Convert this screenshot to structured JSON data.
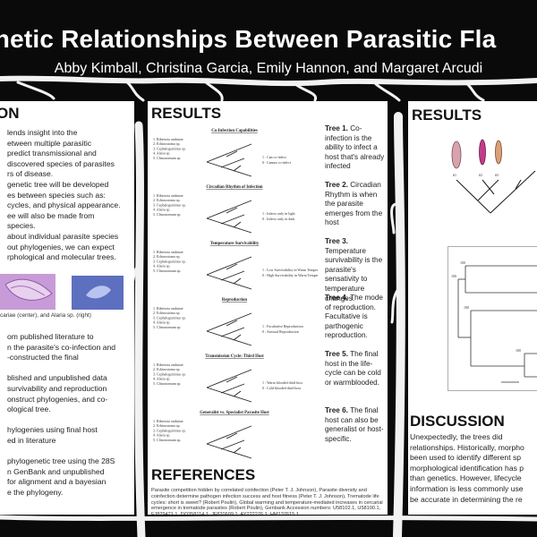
{
  "title": "enetic Relationships Between Parasitic Fla",
  "authors": "Abby Kimball, Christina Garcia, Emily Hannon, and Margaret Arcudi",
  "left_panel": {
    "heading": "ON",
    "intro_lines": [
      "lends insight into the",
      "etween multiple parasitic",
      "predict transmissional and",
      "discovered species of parasites",
      "rs of disease.",
      "genetic tree will be developed",
      "es between species such as:",
      "cycles, and physical appearance.",
      "ee will also be made from",
      "species.",
      "about individual parasite species",
      "out phylogenies, we can expect",
      "rphological and molecular trees."
    ],
    "caption": "cariae (center), and Alaria sp. (right)",
    "methods_lines": [
      "om published literature to",
      "n the parasite's co-infection and",
      "-constructed the final",
      "",
      "blished and unpublished data",
      "survivability and reproduction",
      "onstruct phylogenies, and co-",
      "ological tree.",
      "",
      "hylogenies using final host",
      "ed in literature",
      "",
      "phylogenetic tree using the 28S",
      "n GenBank and unpublished",
      "for alignment and a bayesian",
      "e the phylogeny."
    ]
  },
  "mid_panel": {
    "heading": "RESULTS",
    "species": [
      "1. Ribeiroia ondatrae",
      "2. Echinostoma sp.",
      "3. Cephalogonimus sp.",
      "4. Alaria sp.",
      "5. Clinostomum sp."
    ],
    "trees": [
      {
        "title": "Co-Infection Capabilities",
        "legend": [
          "1 : Can co-infect",
          "0 : Cannot co-infect"
        ],
        "desc_bold": "Tree 1.",
        "desc": "Co-infection is the ability to infect a host that's already infected"
      },
      {
        "title": "Circadian Rhythm of Infection",
        "legend": [
          "1 : Infects only in light",
          "0 : Infects only in dark"
        ],
        "desc_bold": "Tree 2.",
        "desc": "Circadian Rhythm is when the parasite emerges from the host"
      },
      {
        "title": "Temperature Survivability",
        "legend": [
          "1 : Low Survivability in Warm Temperatures",
          "0 : High Survivability in Warm Temperatures"
        ],
        "desc_bold": "Tree 3.",
        "desc": "Temperature survivability is the parasite's sensativity to temperature changes."
      },
      {
        "title": "Reproduction",
        "legend": [
          "1 : Facultative Reproduction",
          "0 : Asexual Reproduction"
        ],
        "desc_bold": "Tree 4.",
        "desc": "The mode of reproduction. Facultative is parthogenic reproduction."
      },
      {
        "title": "Transmission Cycle: Third Host",
        "legend": [
          "1 : Warm blooded third host",
          "0 : Cold blooded third host"
        ],
        "desc_bold": "Tree 5.",
        "desc": "The final host in the life-cycle can be cold or warmblooded."
      },
      {
        "title": "Generalist vs. Specialist Parasite Host",
        "legend": [
          "",
          ""
        ],
        "desc_bold": "Tree 6.",
        "desc": "The final host can also be generalist or host-specific."
      }
    ],
    "references_heading": "REFERENCES",
    "references_text": "Parasite competition hidden by correlated coinfection (Peter T. J. Johnson), Parasite diversity and coinfection determine pathogen infection success and host fitness (Peter T. J. Johnson), Trematode life cycles: short is sweet? (Robert Poulin), Global warming and temperature-mediated increases in cercarial emergence in trematode parasites (Robert Poulin), Genbank Accession numbers: U58102.1, U58100.1, FJ829421.1, DQ358114.1, JF820609.1, AY222276.1, HM137615.1"
  },
  "right_panel": {
    "heading": "RESULTS",
    "specimen_labels": [
      "#1",
      "#2",
      "#3"
    ],
    "bootstrap_labels": [
      "100",
      "100",
      "100",
      "100"
    ],
    "discussion_heading": "DISCUSSION",
    "discussion_lines": [
      "Unexpectedly, the trees did",
      "relationships. Historically, morpho",
      "been used to identify different sp",
      "morphological identification has p",
      "than genetics. However, lifecycle",
      "information is less commonly use",
      "be accurate in determining the re"
    ]
  },
  "colors": {
    "background": "#0a0a0a",
    "panel": "#ffffff",
    "text": "#222222"
  }
}
